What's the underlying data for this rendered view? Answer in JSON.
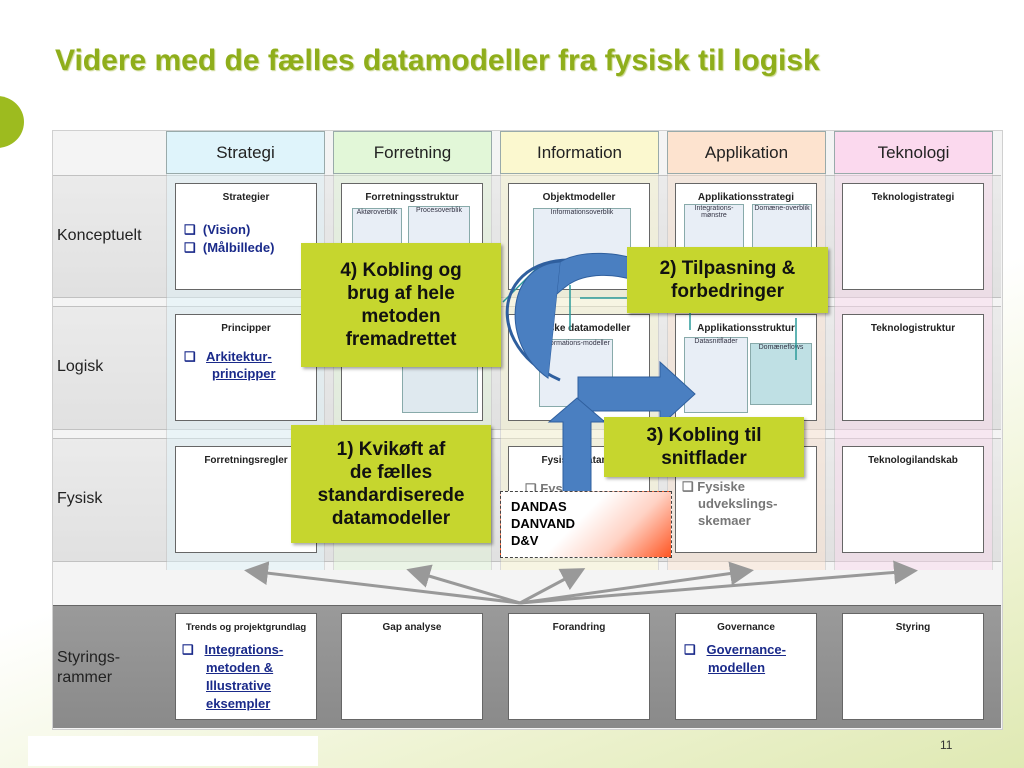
{
  "title": "Videre med de fælles datamodeller fra fysisk til logisk",
  "columns": [
    "Strategi",
    "Forretning",
    "Information",
    "Applikation",
    "Teknologi"
  ],
  "column_colors": [
    "#dff4fb",
    "#e2f7d8",
    "#fbf8cf",
    "#fde3cf",
    "#fbd9ee"
  ],
  "rows": [
    "Konceptuelt",
    "Logisk",
    "Fysisk",
    "Styrings-\nrammer"
  ],
  "cells": {
    "konceptuelt": {
      "strategi": {
        "title": "Strategier",
        "items": [
          "(Vision)",
          "(Målbillede)"
        ]
      },
      "forretning": {
        "title": "Forretningsstruktur",
        "mini": [
          "Aktøroverblik",
          "Procesoverblik"
        ]
      },
      "information": {
        "title": "Objektmodeller",
        "mini": [
          "Informationsoverblik"
        ]
      },
      "applikation": {
        "title": "Applikationsstrategi",
        "mini": [
          "Integrations-mønstre",
          "Domæne-overblik"
        ]
      },
      "teknologi": {
        "title": "Teknologistrategi"
      }
    },
    "logisk": {
      "strategi": {
        "title": "Principper",
        "link_lines": [
          "Arkitektur-",
          "principper"
        ]
      },
      "information": {
        "title": "Logiske datamodeller",
        "mini": [
          "Informations-modeller"
        ]
      },
      "applikation": {
        "title": "Applikationsstruktur",
        "mini": [
          "Datasnitflader",
          "Domæneflows"
        ]
      },
      "teknologi": {
        "title": "Teknologistruktur"
      }
    },
    "fysisk": {
      "strategi": {
        "title": "Forretningsregler"
      },
      "information": {
        "title": "Fysiske datamo",
        "item": "Fysiske"
      },
      "applikation": {
        "item_lines": [
          "Fysiske",
          "udvekslings-",
          "skemaer"
        ]
      },
      "teknologi": {
        "title": "Teknologilandskab"
      }
    },
    "styring": {
      "strategi": {
        "title": "Trends og projektgrundlag",
        "link_lines": [
          "Integrations-",
          "metoden &",
          "Illustrative",
          "eksempler"
        ]
      },
      "forretning": {
        "title": "Gap analyse"
      },
      "information": {
        "title": "Forandring"
      },
      "applikation": {
        "title": "Governance",
        "link_lines": [
          "Governance-",
          "modellen"
        ]
      },
      "teknologi": {
        "title": "Styring"
      }
    }
  },
  "callouts": {
    "c4": [
      "4) Kobling og",
      "brug af hele",
      "metoden",
      "fremadrettet"
    ],
    "c2": [
      "2) Tilpasning &",
      "forbedringer"
    ],
    "c1": [
      "1) Kvikøft af",
      "de fælles",
      "standardiserede",
      "datamodeller"
    ],
    "c3": [
      "3) Kobling til",
      "snitflader"
    ]
  },
  "dandas_lines": [
    "DANDAS",
    "DANVAND",
    "D&V"
  ],
  "accent_color": "#c6d62e",
  "title_color": "#8fae1b",
  "arrow_color": "#4a7fc1",
  "page_number": "11"
}
